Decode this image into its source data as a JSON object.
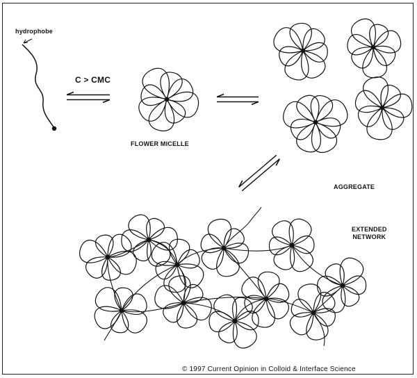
{
  "labels": {
    "hydrophobe": "hydrophobe",
    "condition": "C > CMC",
    "flower_micelle": "FLOWER MICELLE",
    "aggregate": "AGGREGATE",
    "extended_network": "EXTENDED\nNETWORK",
    "copyright": "© 1997 Current Opinion in Colloid & Interface Science"
  }
}
